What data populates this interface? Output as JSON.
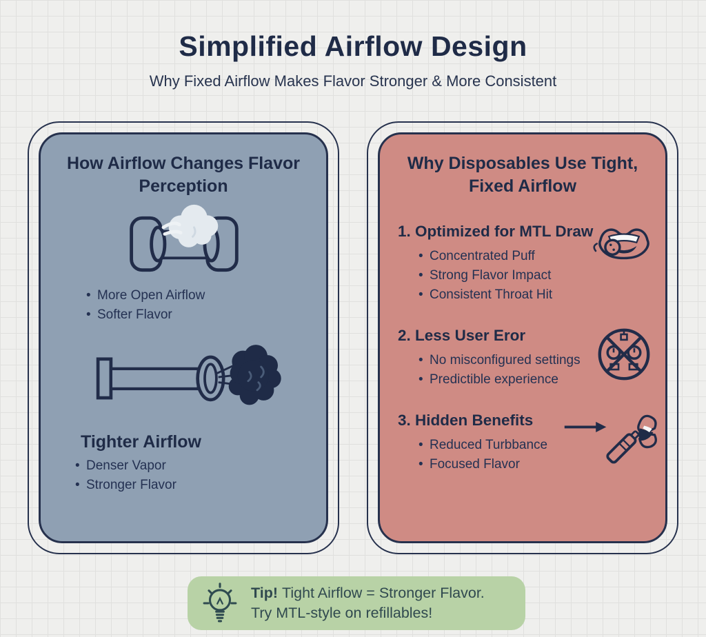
{
  "title": "Simplified Airflow Design",
  "subtitle": "Why Fixed Airflow Makes Flavor Stronger & More Consistent",
  "left_panel": {
    "heading": "How Airflow Changes Flavor Perception",
    "open_airflow": {
      "icon": "open-airflow-tube-illustration",
      "bullets": [
        "More Open Airflow",
        "Softer Flavor"
      ]
    },
    "tight_airflow": {
      "icon": "tight-airflow-tube-illustration",
      "heading": "Tighter Airflow",
      "bullets": [
        "Denser Vapor",
        "Stronger Flavor"
      ]
    }
  },
  "right_panel": {
    "heading": "Why Disposables Use Tight, Fixed Airflow",
    "sections": [
      {
        "number": "1.",
        "title": "Optimized for MTL Draw",
        "icon": "mouth-inhale-icon",
        "bullets": [
          "Concentrated Puff",
          "Strong Flavor Impact",
          "Consistent Throat Hit"
        ]
      },
      {
        "number": "2.",
        "title": "Less User Eror",
        "icon": "no-settings-icon",
        "bullets": [
          "No misconfigured settings",
          "Predictible experience"
        ]
      },
      {
        "number": "3.",
        "title": "Hidden Benefits",
        "icon": "device-to-mouth-icon",
        "bullets": [
          "Reduced Turbbance",
          "Focused Flavor"
        ]
      }
    ]
  },
  "tip": {
    "icon": "lightbulb-icon",
    "label": "Tip!",
    "line1": "Tight Airflow = Stronger Flavor.",
    "line2": "Try MTL-style on refillables!"
  },
  "colors": {
    "background": "#efefed",
    "grid_line": "#e0e0de",
    "navy_text": "#1f2b47",
    "left_panel": "#8fa0b3",
    "right_panel": "#cf8b84",
    "light_cloud": "#e4eaef",
    "dark_cloud": "#1f2b47",
    "tip_background": "#b8d2a6",
    "tip_text": "#30494f",
    "card_border": "#26314d"
  }
}
